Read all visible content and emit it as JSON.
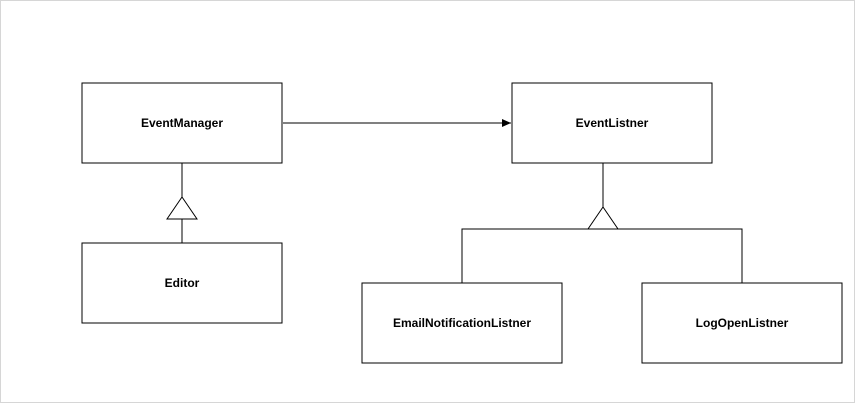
{
  "diagram": {
    "classes": {
      "event_manager": "EventManager",
      "event_listener": "EventListner",
      "editor": "Editor",
      "email_notification_listener": "EmailNotificationListner",
      "log_open_listener": "LogOpenListner"
    },
    "relations": [
      {
        "from": "EventManager",
        "to": "EventListner",
        "type": "association"
      },
      {
        "from": "Editor",
        "to": "EventManager",
        "type": "inheritance"
      },
      {
        "from": "EmailNotificationListner",
        "to": "EventListner",
        "type": "inheritance"
      },
      {
        "from": "LogOpenListner",
        "to": "EventListner",
        "type": "inheritance"
      }
    ]
  },
  "colors": {
    "stroke": "#000000",
    "fill": "#ffffff",
    "canvas_border": "#d6d6d6"
  }
}
